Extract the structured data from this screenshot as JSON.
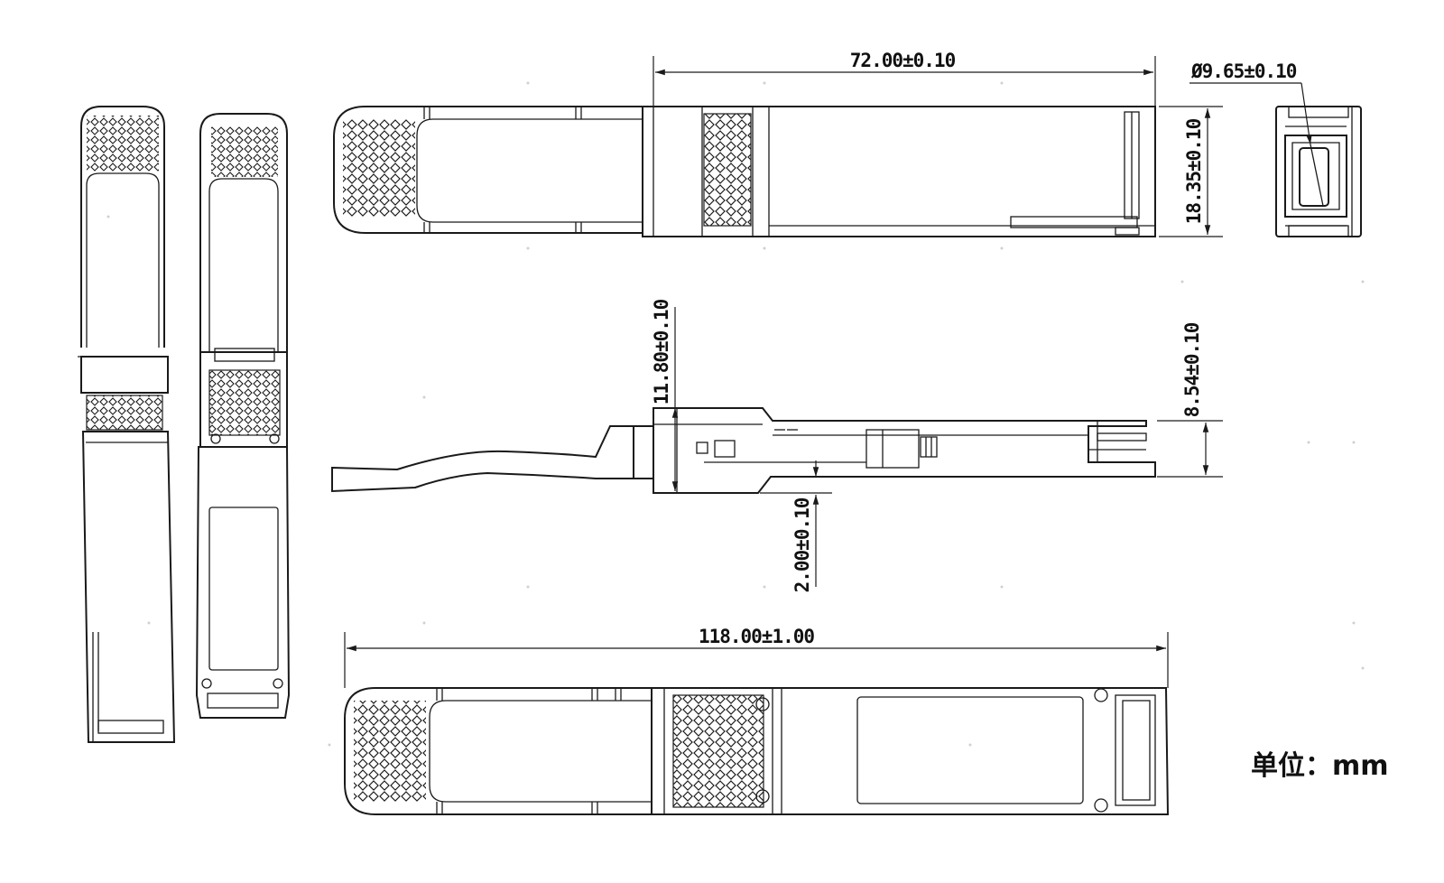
{
  "drawing": {
    "dimensions": {
      "length_72": "72.00±0.10",
      "diameter": "Ø9.65±0.10",
      "height_18": "18.35±0.10",
      "height_11": "11.80±0.10",
      "height_8": "8.54±0.10",
      "offset_2": "2.00±0.10",
      "length_118": "118.00±1.00"
    },
    "unit_label": "单位：mm"
  }
}
